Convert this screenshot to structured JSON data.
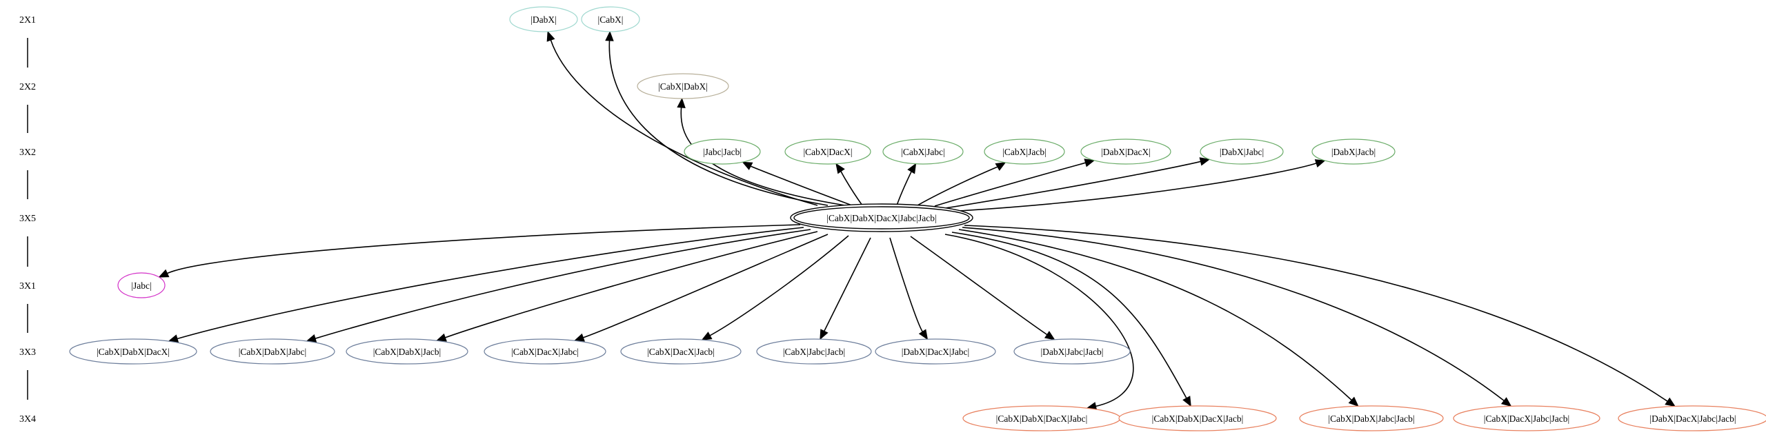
{
  "ranks": [
    "2X1",
    "2X2",
    "3X2",
    "3X5",
    "3X1",
    "3X3",
    "3X4"
  ],
  "center": {
    "label": "|CabX|DabX|DacX|Jabc|Jacb|",
    "color": "#000000"
  },
  "nodes": [
    {
      "label": "|DabX|",
      "color": "#9fd8cf"
    },
    {
      "label": "|CabX|",
      "color": "#9fd8cf"
    },
    {
      "label": "|CabX|DabX|",
      "color": "#b8b09a"
    },
    {
      "label": "|Jabc|Jacb|",
      "color": "#6cad6a"
    },
    {
      "label": "|CabX|DacX|",
      "color": "#6cad6a"
    },
    {
      "label": "|CabX|Jabc|",
      "color": "#6cad6a"
    },
    {
      "label": "|CabX|Jacb|",
      "color": "#6cad6a"
    },
    {
      "label": "|DabX|DacX|",
      "color": "#6cad6a"
    },
    {
      "label": "|DabX|Jabc|",
      "color": "#6cad6a"
    },
    {
      "label": "|DabX|Jacb|",
      "color": "#6cad6a"
    },
    {
      "label": "|Jabc|",
      "color": "#d330c8"
    },
    {
      "label": "|CabX|DabX|DacX|",
      "color": "#6e7f9c"
    },
    {
      "label": "|CabX|DabX|Jabc|",
      "color": "#6e7f9c"
    },
    {
      "label": "|CabX|DabX|Jacb|",
      "color": "#6e7f9c"
    },
    {
      "label": "|CabX|DacX|Jabc|",
      "color": "#6e7f9c"
    },
    {
      "label": "|CabX|DacX|Jacb|",
      "color": "#6e7f9c"
    },
    {
      "label": "|CabX|Jabc|Jacb|",
      "color": "#6e7f9c"
    },
    {
      "label": "|DabX|DacX|Jabc|",
      "color": "#6e7f9c"
    },
    {
      "label": "|DabX|Jabc|Jacb|",
      "color": "#6e7f9c"
    },
    {
      "label": "|CabX|DabX|DacX|Jabc|",
      "color": "#e8805e"
    },
    {
      "label": "|CabX|DabX|DacX|Jacb|",
      "color": "#e8805e"
    },
    {
      "label": "|CabX|DabX|Jabc|Jacb|",
      "color": "#e8805e"
    },
    {
      "label": "|CabX|DacX|Jabc|Jacb|",
      "color": "#e8805e"
    },
    {
      "label": "|DabX|DacX|Jabc|Jacb|",
      "color": "#e8805e"
    }
  ]
}
